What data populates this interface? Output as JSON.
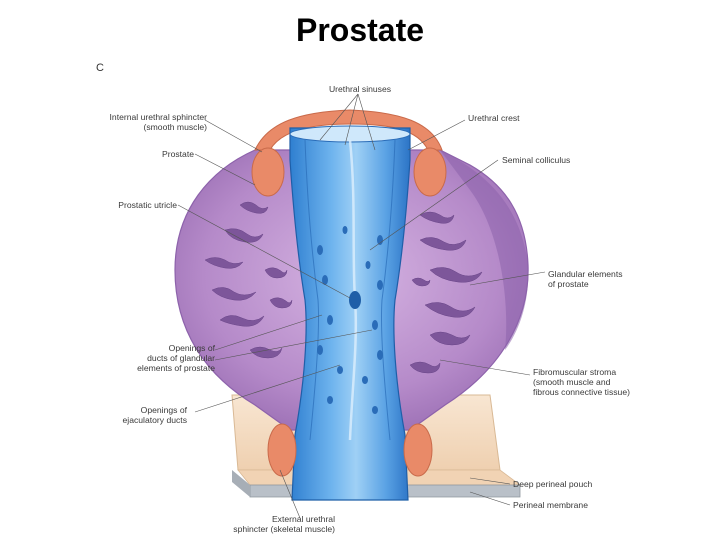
{
  "title": "Prostate",
  "panel_letter": "C",
  "colors": {
    "urethra_blue": "#4a9de0",
    "urethra_light": "#9fd0f5",
    "prostate_purple": "#b58ac9",
    "prostate_dark": "#8d62ab",
    "sphincter_orange": "#e98a68",
    "glandular_purple": "#7d569a",
    "pouch_tan": "#f4dcc2",
    "membrane_gray": "#b9c0c8"
  },
  "labels": {
    "urethral_sinuses": "Urethral sinuses",
    "internal_sphincter": "Internal urethral sphincter\n(smooth muscle)",
    "urethral_crest": "Urethral crest",
    "prostate": "Prostate",
    "seminal_colliculus": "Seminal colliculus",
    "prostatic_utricle": "Prostatic utricle",
    "glandular_elements": "Glandular elements\nof prostate",
    "openings_glandular": "Openings of\nducts of glandular\nelements of prostate",
    "fibromuscular_stroma": "Fibromuscular stroma\n(smooth muscle and\nfibrous connective tissue)",
    "openings_ejaculatory": "Openings of\nejaculatory ducts",
    "deep_perineal_pouch": "Deep perineal pouch",
    "perineal_membrane": "Perineal membrane",
    "external_sphincter": "External urethral\nsphincter (skeletal muscle)"
  }
}
